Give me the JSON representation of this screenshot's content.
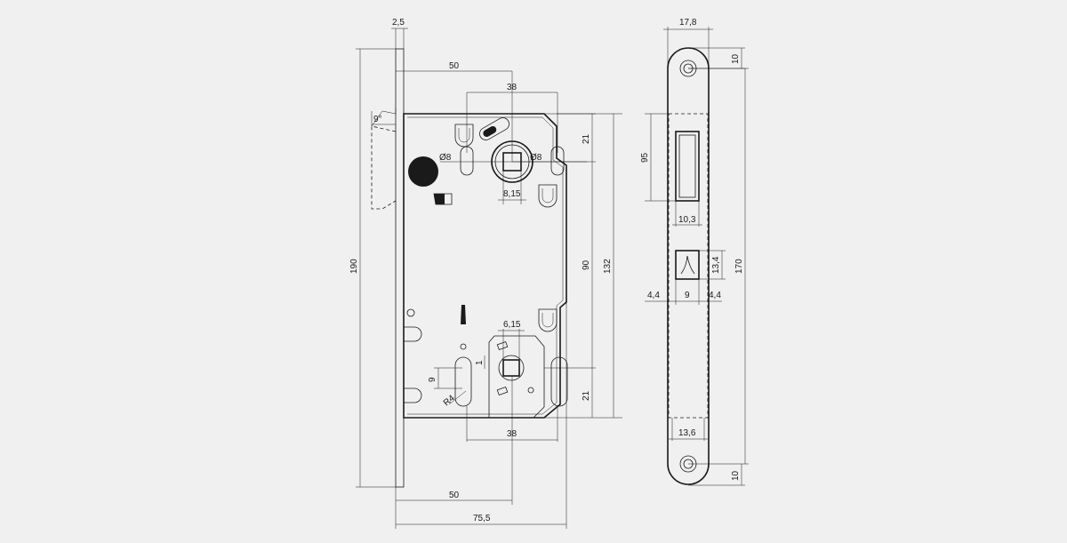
{
  "colors": {
    "background": "#f0f0f0",
    "line": "#1a1a1a"
  },
  "front_view": {
    "dims": {
      "faceplate_thickness": "2,5",
      "angle": "9°",
      "backset_top": "50",
      "handle_to_lock_top": "38",
      "top_offset": "21",
      "hole_left": "Ø8",
      "hole_right": "Ø8",
      "square_spindle": "8,15",
      "total_height": "190",
      "center_distance": "90",
      "case_height": "132",
      "thumb_square": "6,15",
      "slot_height": "9",
      "slot_offset": "1",
      "radius": "R4",
      "bottom_offset": "21",
      "handle_to_lock_bottom": "38",
      "backset_bottom": "50",
      "total_depth": "75,5"
    }
  },
  "side_view": {
    "dims": {
      "plate_width": "17,8",
      "top_hole_offset": "10",
      "bolt_slot_height": "95",
      "bolt_slot_width": "10,3",
      "total_height": "170",
      "latch_height": "13,4",
      "left_margin": "4,4",
      "latch_width": "9",
      "right_margin": "4,4",
      "bottom_slot_width": "13,6",
      "bottom_hole_offset": "10"
    }
  }
}
